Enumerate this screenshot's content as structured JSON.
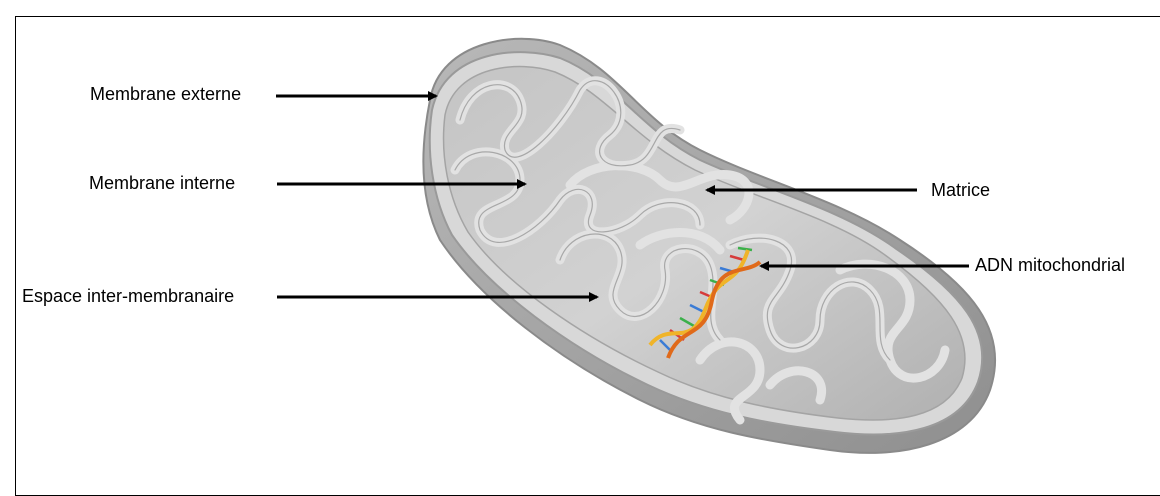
{
  "labels": {
    "outer_membrane": "Membrane externe",
    "inner_membrane": "Membrane interne",
    "intermembrane_space": "Espace inter-membranaire",
    "matrix": "Matrice",
    "mitochondrial_dna": "ADN mitochondrial"
  },
  "colors": {
    "membrane": "#9a9a9a",
    "membrane_light": "#c9c9c9",
    "cavity": "#b4b4b4",
    "dna_strand_a": "#f0b429",
    "dna_strand_b": "#e06a1a",
    "dna_rung_1": "#3a7bd5",
    "dna_rung_2": "#d63b3b",
    "dna_rung_3": "#3bb04a"
  }
}
